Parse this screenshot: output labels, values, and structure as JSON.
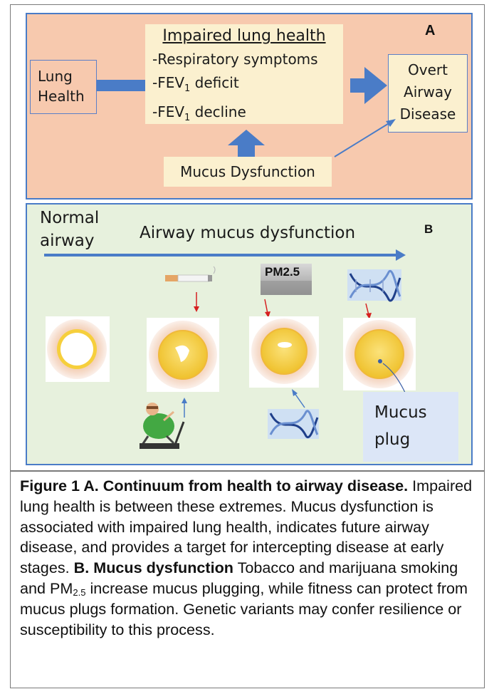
{
  "panel_a": {
    "letter": "A",
    "lung_health": [
      "Lung",
      "Health"
    ],
    "impaired_title": "Impaired  lung health",
    "impaired_items": [
      {
        "prefix": "-Respiratory symptoms",
        "sub": "",
        "suffix": ""
      },
      {
        "prefix": "-FEV",
        "sub": "1",
        "suffix": " deficit"
      },
      {
        "prefix": "-FEV",
        "sub": "1",
        "suffix": " decline"
      }
    ],
    "overt_disease": [
      "Overt",
      "Airway",
      "Disease"
    ],
    "mucus_dysfunction": "Mucus Dysfunction"
  },
  "panel_b": {
    "letter": "B",
    "normal_airway": [
      "Normal",
      "airway"
    ],
    "airway_mucus_dysfunction": "Airway mucus dysfunction",
    "pm_label": "PM2.5",
    "mucus_plug": [
      "Mucus",
      "plug"
    ],
    "icons": [
      "cigarette-icon",
      "pm25-pollution-icon",
      "dna-icon",
      "treadmill-runner-icon"
    ]
  },
  "caption": {
    "fig_label": "Figure 1 A. Continuum from health to airway disease.",
    "text_a": " Impaired lung health is between these extremes. Mucus dysfunction is associated with impaired lung health, indicates future airway disease, and provides a target for intercepting disease at early stages. ",
    "b_label": "B. Mucus dysfunction",
    "text_b1": " Tobacco and marijuana smoking and PM",
    "pm_sub": "2.5",
    "text_b2": " increase mucus plugging, while fitness can protect from mucus plugs formation. Genetic variants may confer resilience or susceptibility to this process."
  },
  "colors": {
    "panel_a_bg": "#f7c9ae",
    "panel_b_bg": "#e7f1dd",
    "box_fill": "#fbf0cf",
    "arrow_blue": "#4a7cc7",
    "trigger_arrow_red": "#d62020",
    "mucus_yellow": "#f6cf3c"
  }
}
